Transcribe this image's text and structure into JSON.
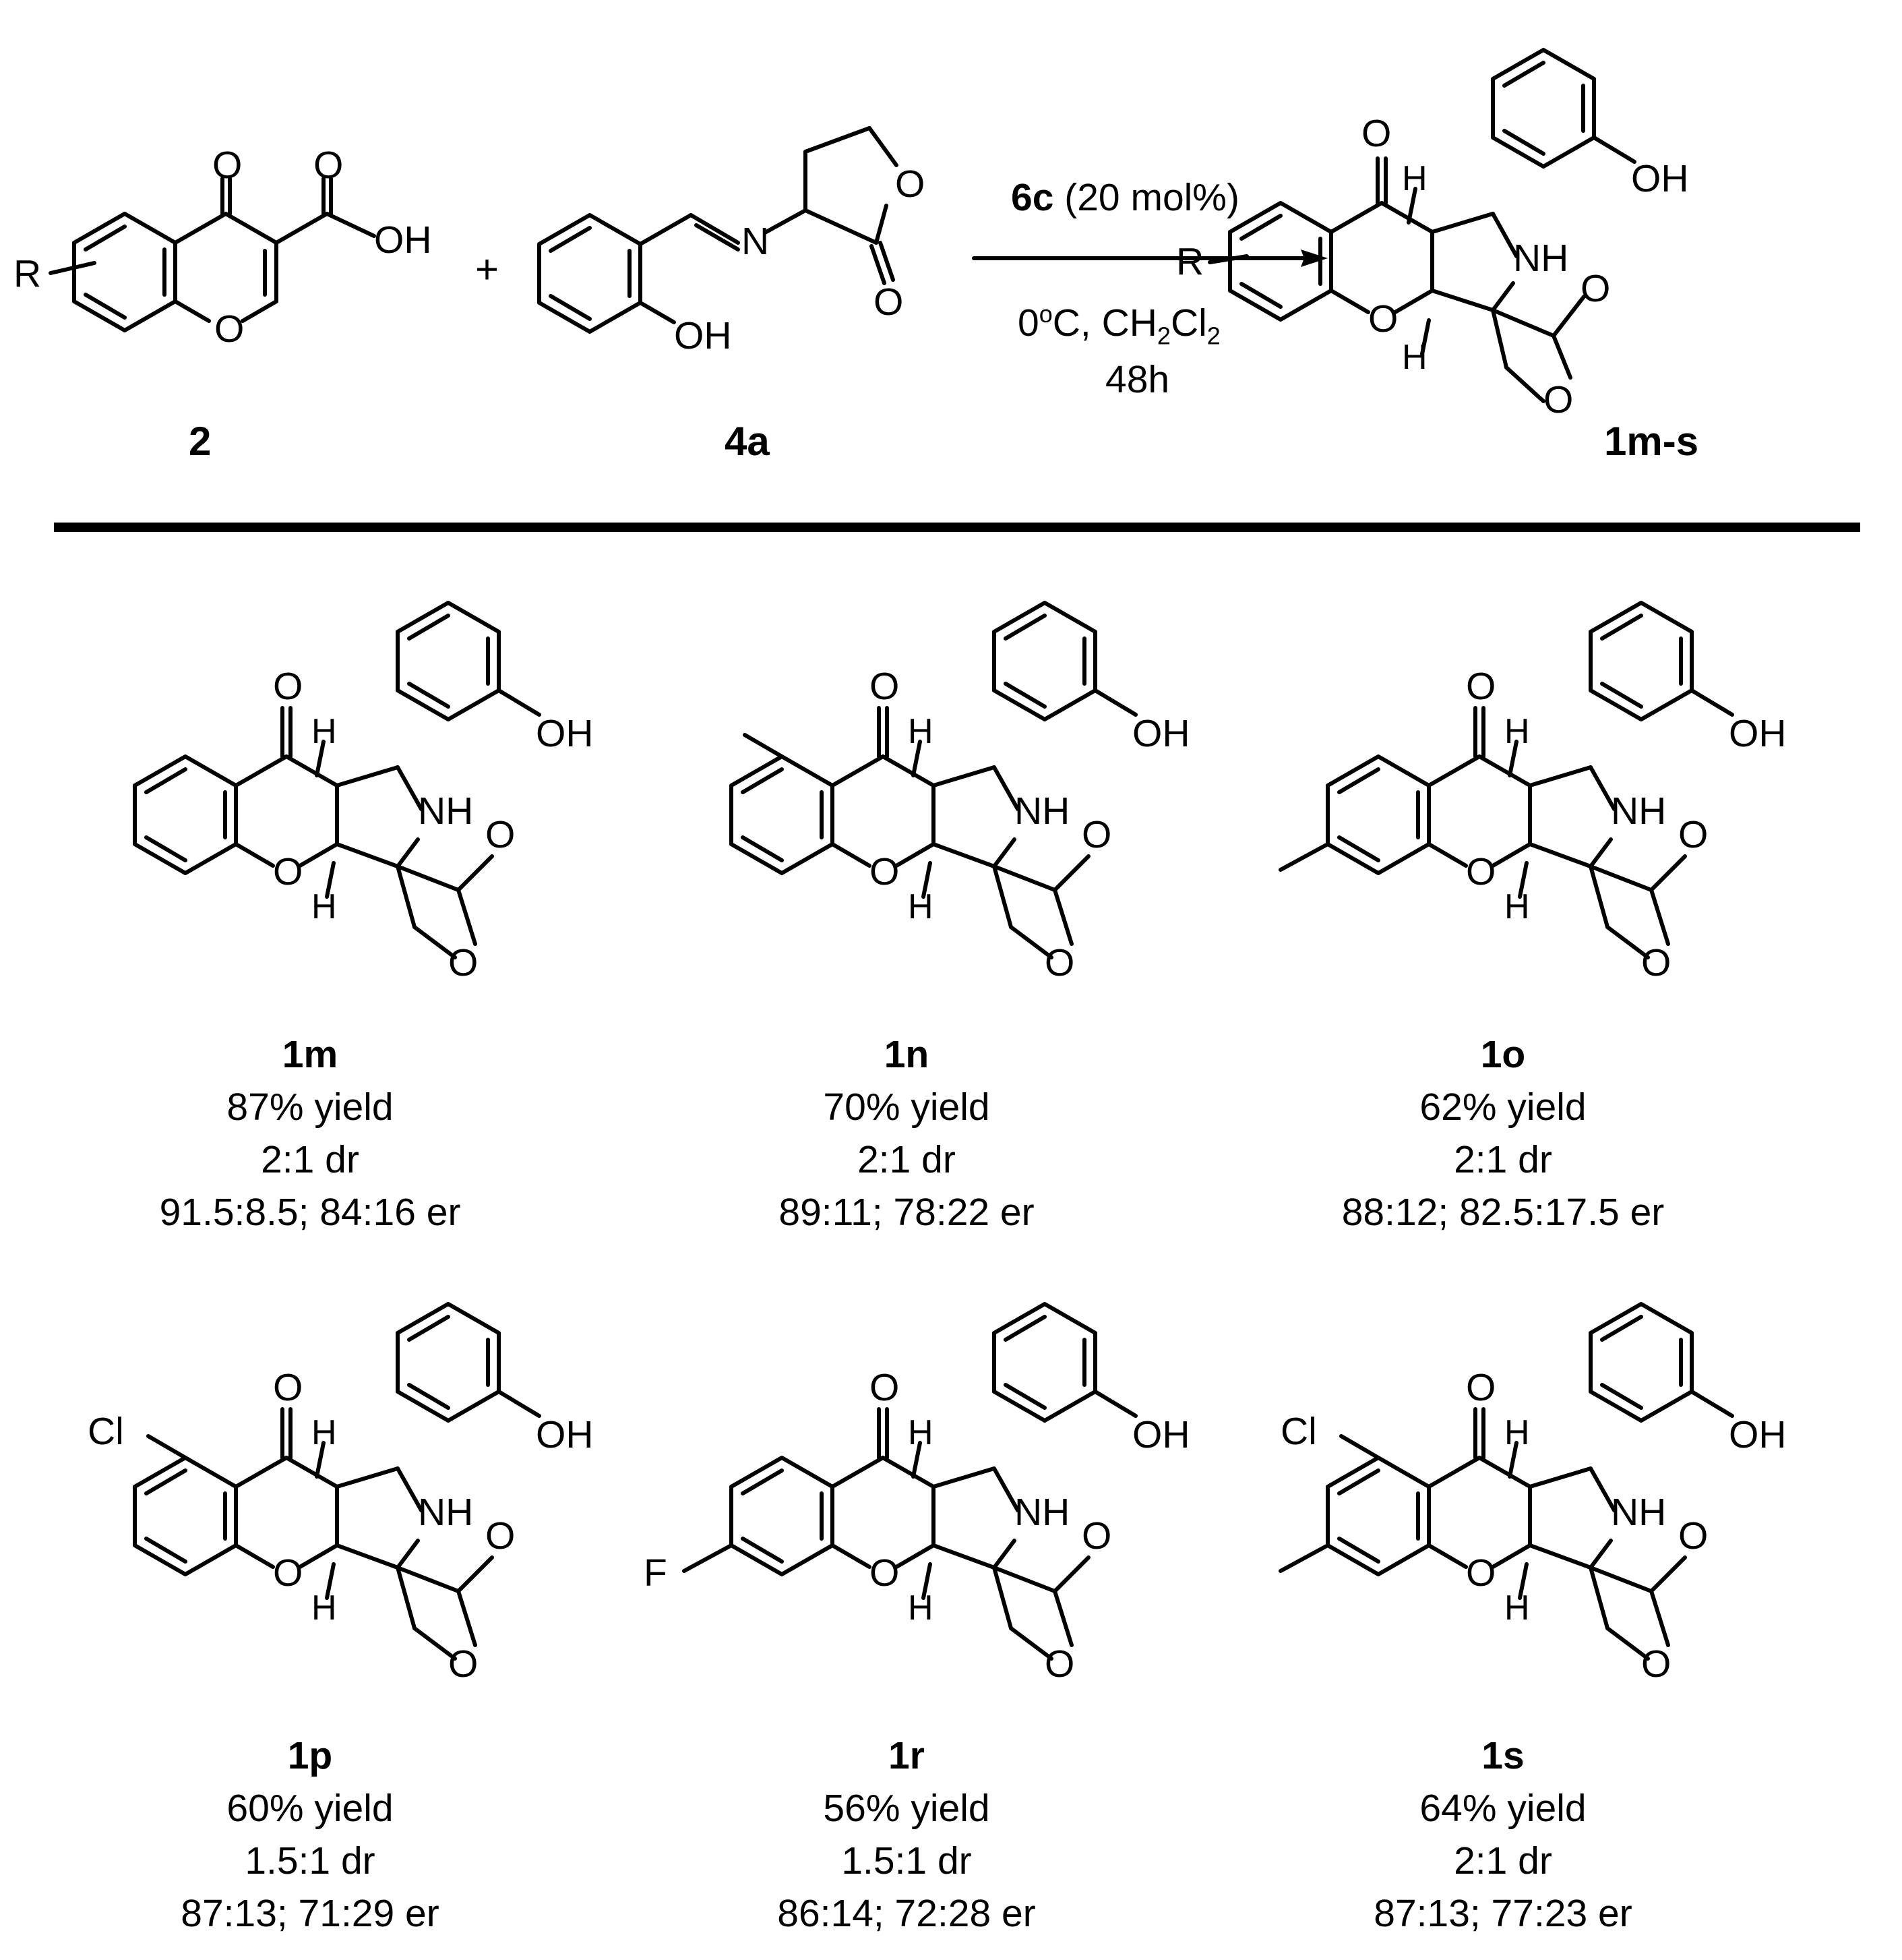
{
  "colors": {
    "ink": "#000000",
    "background": "#ffffff"
  },
  "scheme": {
    "reactant1": {
      "id": "2",
      "R": "R",
      "atoms": {
        "O_keto": "O",
        "O_acid": "O",
        "OH": "OH",
        "O_ring": "O"
      }
    },
    "plus": "+",
    "reactant2": {
      "id": "4a",
      "atoms": {
        "N": "N",
        "O_ring": "O",
        "O_keto": "O",
        "OH": "OH"
      }
    },
    "conditions": {
      "catalyst": "6c",
      "loading": " (20 mol%)",
      "line2_a": "0",
      "line2_sup": "o",
      "line2_b": "C, CH",
      "line2_sub1": "2",
      "line2_c": "Cl",
      "line2_sub2": "2",
      "line3": "48h"
    },
    "product": {
      "id": "1m-s",
      "R": "R"
    }
  },
  "atom_labels": {
    "O": "O",
    "OH": "OH",
    "NH": "NH",
    "H": "H"
  },
  "products": [
    {
      "id": "1m",
      "yield": "87% yield",
      "dr": "2:1 dr",
      "er": "91.5:8.5; 84:16 er",
      "subs": []
    },
    {
      "id": "1n",
      "yield": "70% yield",
      "dr": "2:1 dr",
      "er": "89:11; 78:22 er",
      "subs": [
        {
          "pos": "A",
          "label": ""
        }
      ]
    },
    {
      "id": "1o",
      "yield": "62% yield",
      "dr": "2:1 dr",
      "er": "88:12; 82.5:17.5 er",
      "subs": [
        {
          "pos": "B",
          "label": ""
        }
      ]
    },
    {
      "id": "1p",
      "yield": "60% yield",
      "dr": "1.5:1 dr",
      "er": "87:13; 71:29 er",
      "subs": [
        {
          "pos": "A",
          "label": "Cl"
        }
      ]
    },
    {
      "id": "1r",
      "yield": "56% yield",
      "dr": "1.5:1 dr",
      "er": "86:14; 72:28 er",
      "subs": [
        {
          "pos": "B",
          "label": "F"
        }
      ]
    },
    {
      "id": "1s",
      "yield": "64% yield",
      "dr": "2:1 dr",
      "er": "87:13; 77:23 er",
      "subs": [
        {
          "pos": "A",
          "label": "Cl"
        },
        {
          "pos": "B",
          "label": ""
        }
      ]
    }
  ]
}
